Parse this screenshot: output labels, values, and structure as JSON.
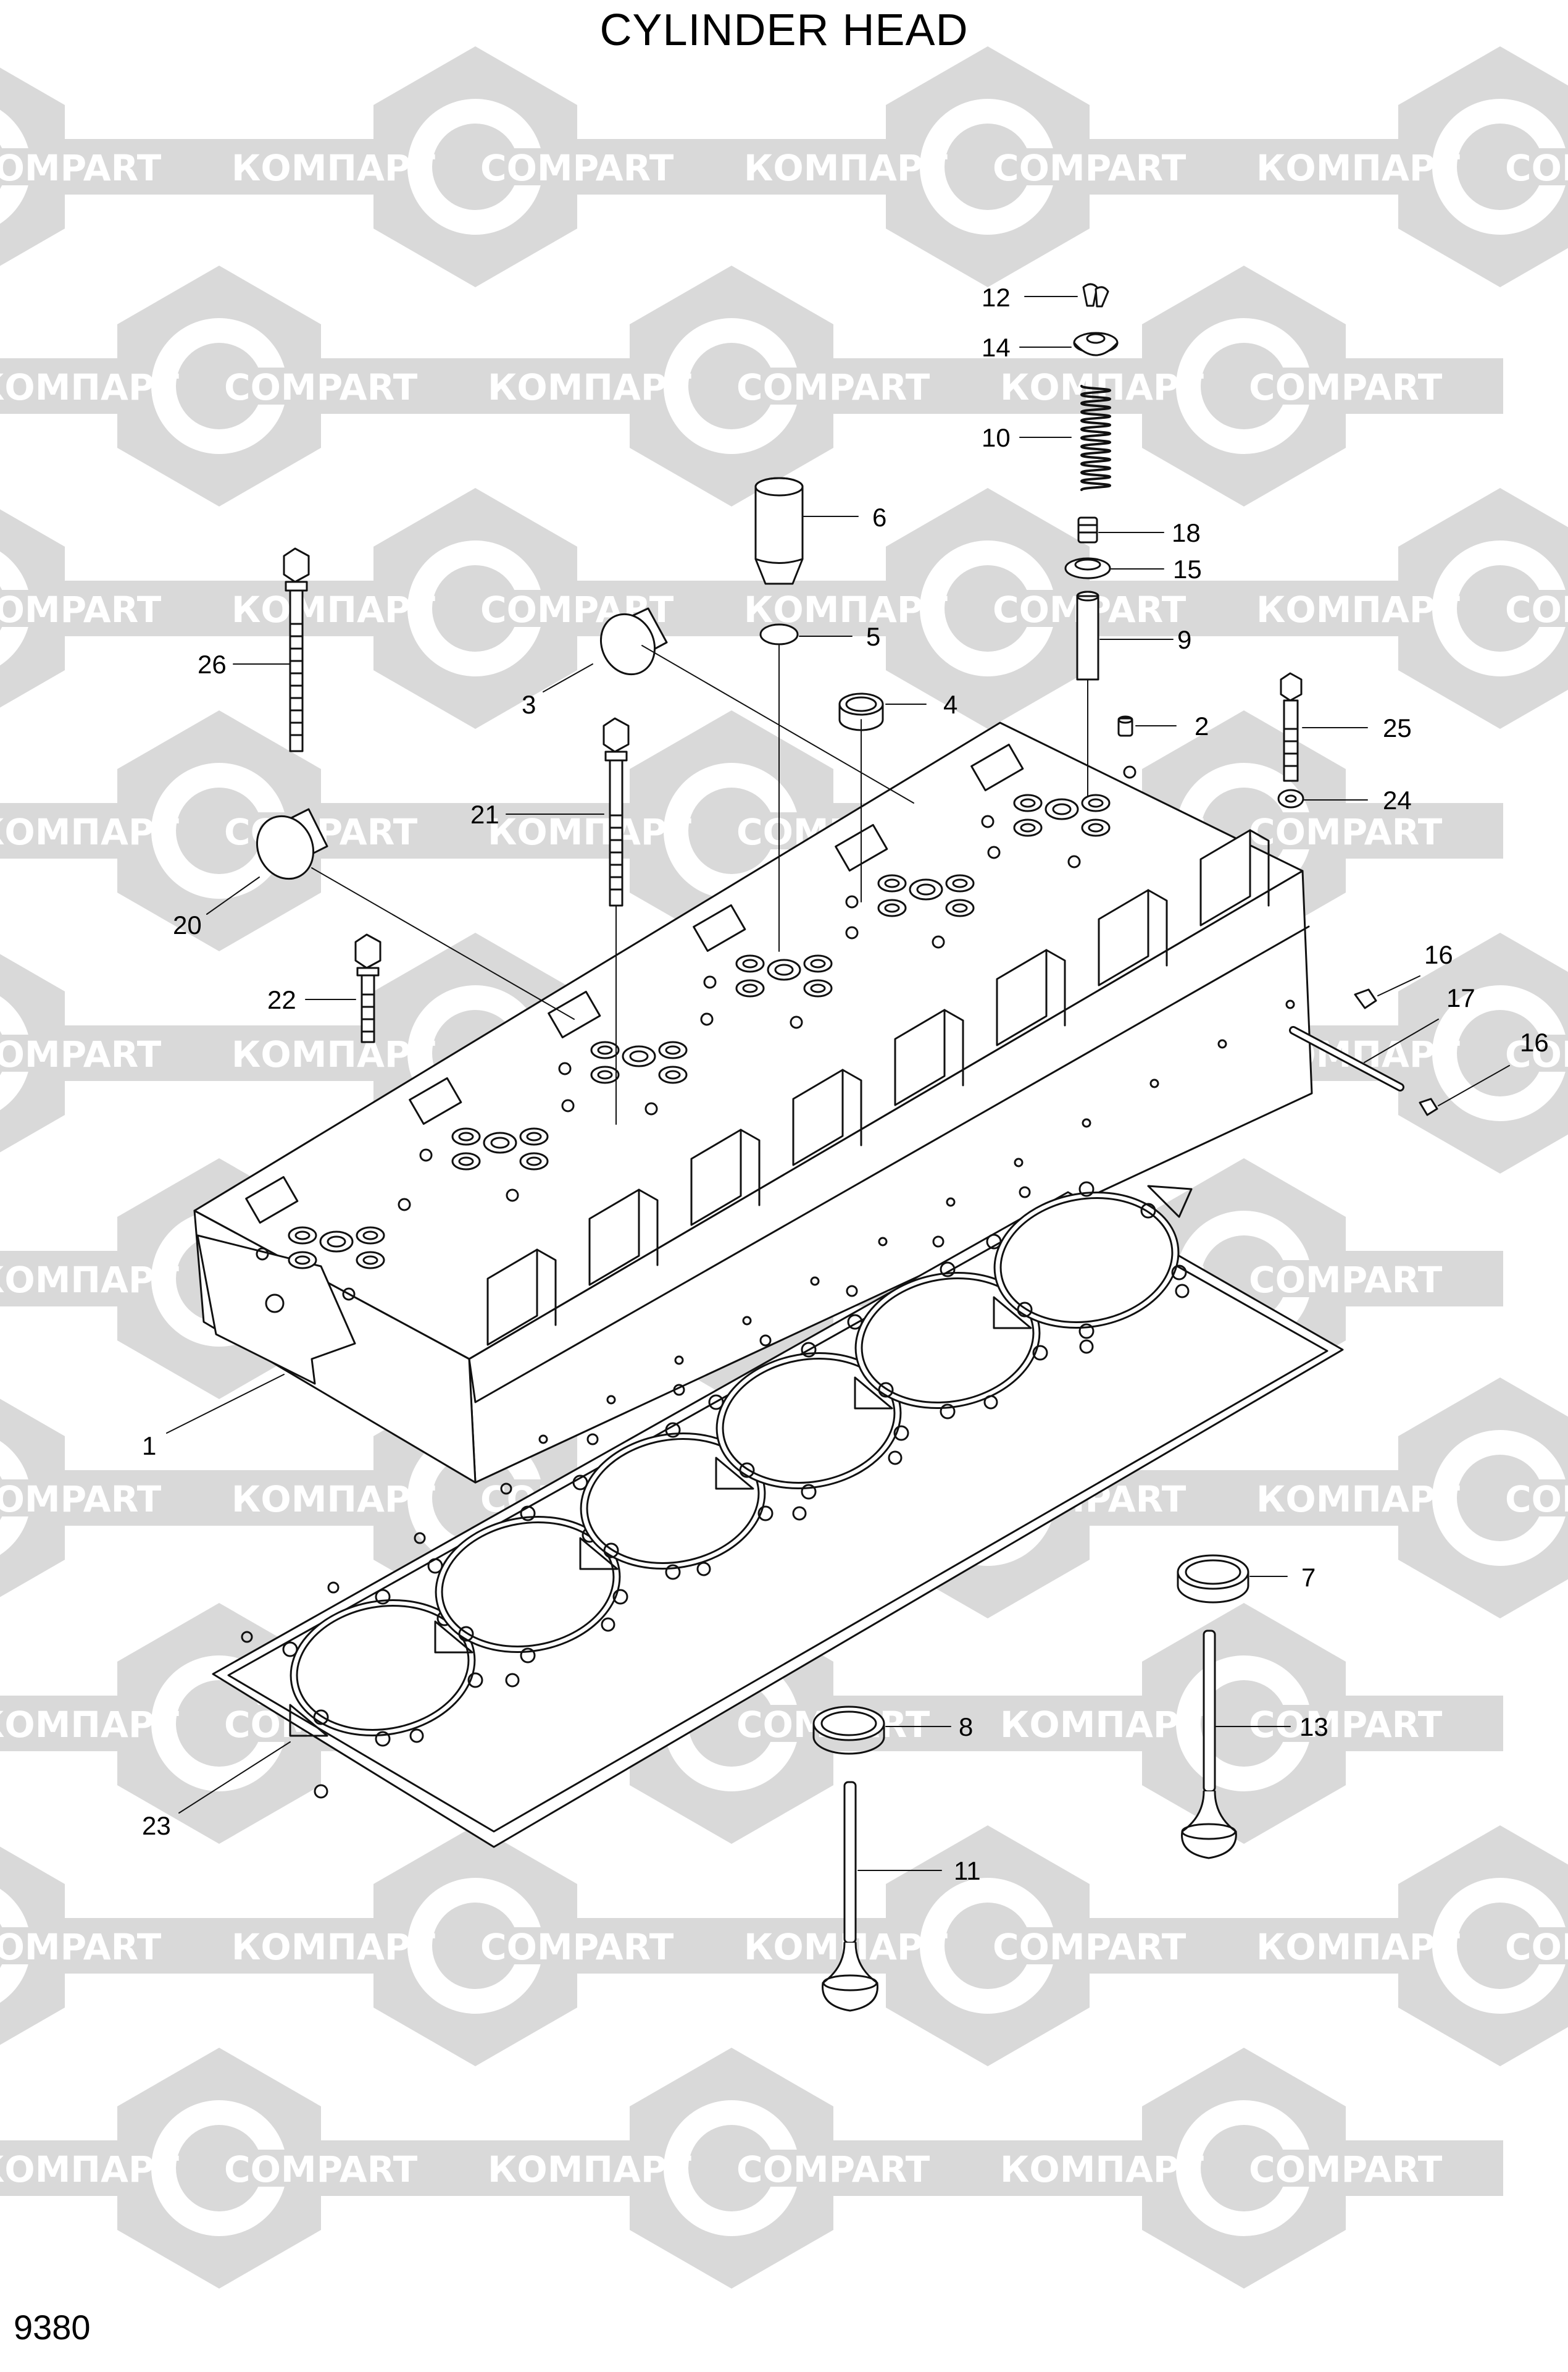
{
  "title": "CYLINDER HEAD",
  "page_number": "9380",
  "watermark": {
    "texts": [
      "КОМПАРТ",
      "COMPART"
    ],
    "color": "#d9d9d9"
  },
  "callouts": [
    "1",
    "2",
    "3",
    "4",
    "5",
    "6",
    "7",
    "8",
    "9",
    "10",
    "11",
    "12",
    "13",
    "14",
    "15",
    "16",
    "16",
    "17",
    "18",
    "20",
    "21",
    "22",
    "23",
    "24",
    "25",
    "26"
  ]
}
